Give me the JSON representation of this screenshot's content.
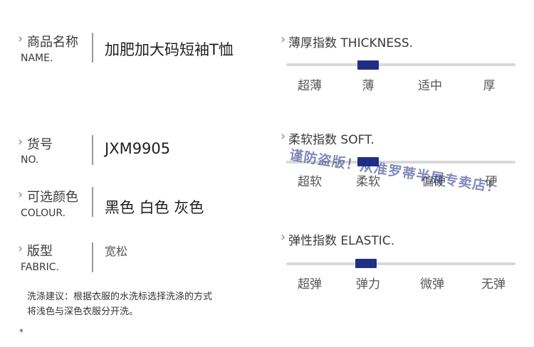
{
  "product": {
    "name": {
      "label_cn": "商品名称",
      "label_en": "NAME.",
      "value": "加肥加大码短袖T恤"
    },
    "sku": {
      "label_cn": "货号",
      "label_en": "NO.",
      "value": "JXM9905"
    },
    "colour": {
      "label_cn": "可选颜色",
      "label_en": "COLOUR.",
      "value": "黑色 白色 灰色"
    },
    "fabric": {
      "label_cn": "版型",
      "label_en": "FABRIC.",
      "value": "宽松"
    }
  },
  "care": {
    "line1": "洗涤建议：根据衣服的水洗标选择洗涤的方式",
    "line2": "将浅色与深色衣服分开洗。"
  },
  "scales": {
    "thickness": {
      "title": "薄厚指数 THICKNESS.",
      "options": [
        "超薄",
        "薄",
        "适中",
        "厚"
      ],
      "selected": "薄"
    },
    "softness": {
      "title": "柔软指数 SOFT.",
      "options": [
        "超软",
        "柔软",
        "偏硬",
        "硬"
      ],
      "selected": "柔软"
    },
    "elasticity": {
      "title": "弹性指数 ELASTIC.",
      "options": [
        "超弹",
        "弹力",
        "微弹",
        "无弹"
      ],
      "selected": "弹力"
    }
  },
  "watermark": "谨防盗版！从准罗蒂半展专卖店！",
  "footnote_mark": "*",
  "colors": {
    "marker": "#1f2f86",
    "track": "#d9d9d9",
    "watermark": "#182882"
  }
}
